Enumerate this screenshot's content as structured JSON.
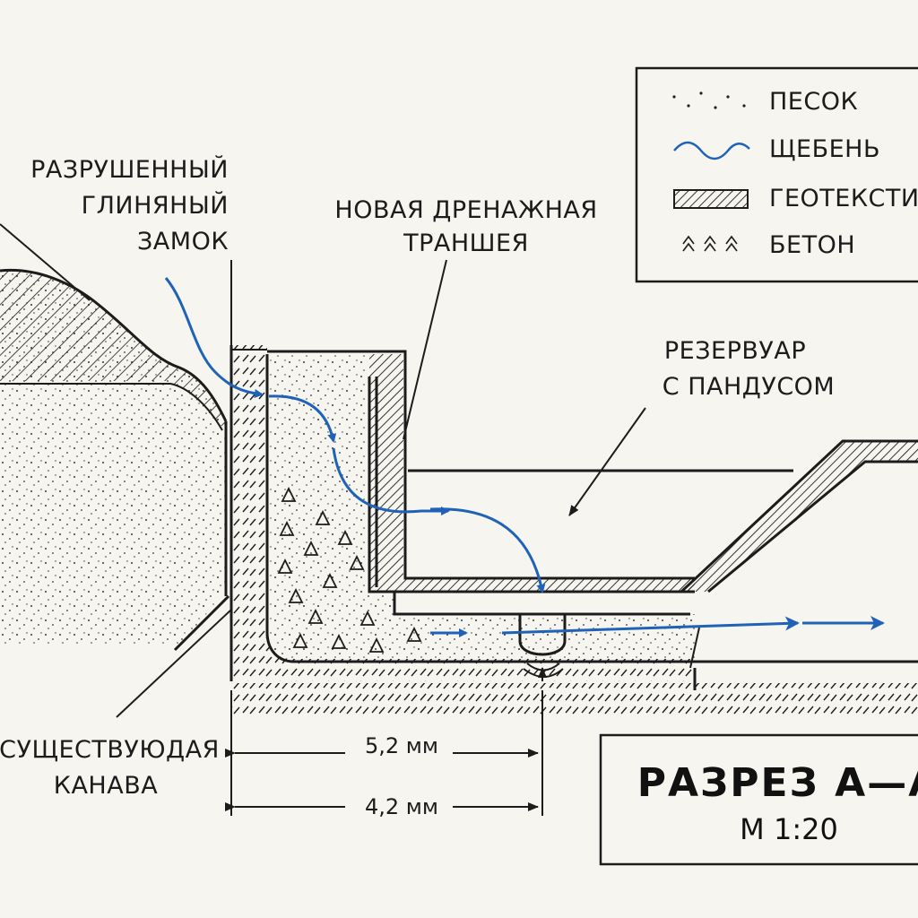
{
  "legend": {
    "sand": "ПЕСОК",
    "gravel": "ЩЕБЕНЬ",
    "geotextile": "ГЕОТЕКСТИЛ",
    "concrete": "БЕТОН"
  },
  "labels": {
    "clay_lock": [
      "РАЗРУШЕННЫЙ",
      "ГЛИНЯНЫЙ",
      "ЗАМОК"
    ],
    "new_trench": [
      "НОВАЯ ДРЕНАЖНАЯ",
      "ТРАНШЕЯ"
    ],
    "reservoir": [
      "РЕЗЕРВУАР",
      "С ПАНДУСОМ"
    ],
    "existing_ditch": [
      "СУЩЕСТВУЮДАЯ",
      "КАНАВА"
    ]
  },
  "dimensions": {
    "dim1": "5,2 мм",
    "dim2": "4,2 мм"
  },
  "title": {
    "main": "РАЗРЕЗ А—А",
    "scale": "М 1:20"
  },
  "colors": {
    "flow": "#1f62b8",
    "ink": "#1c1c1c",
    "paper": "#f6f5ef"
  }
}
